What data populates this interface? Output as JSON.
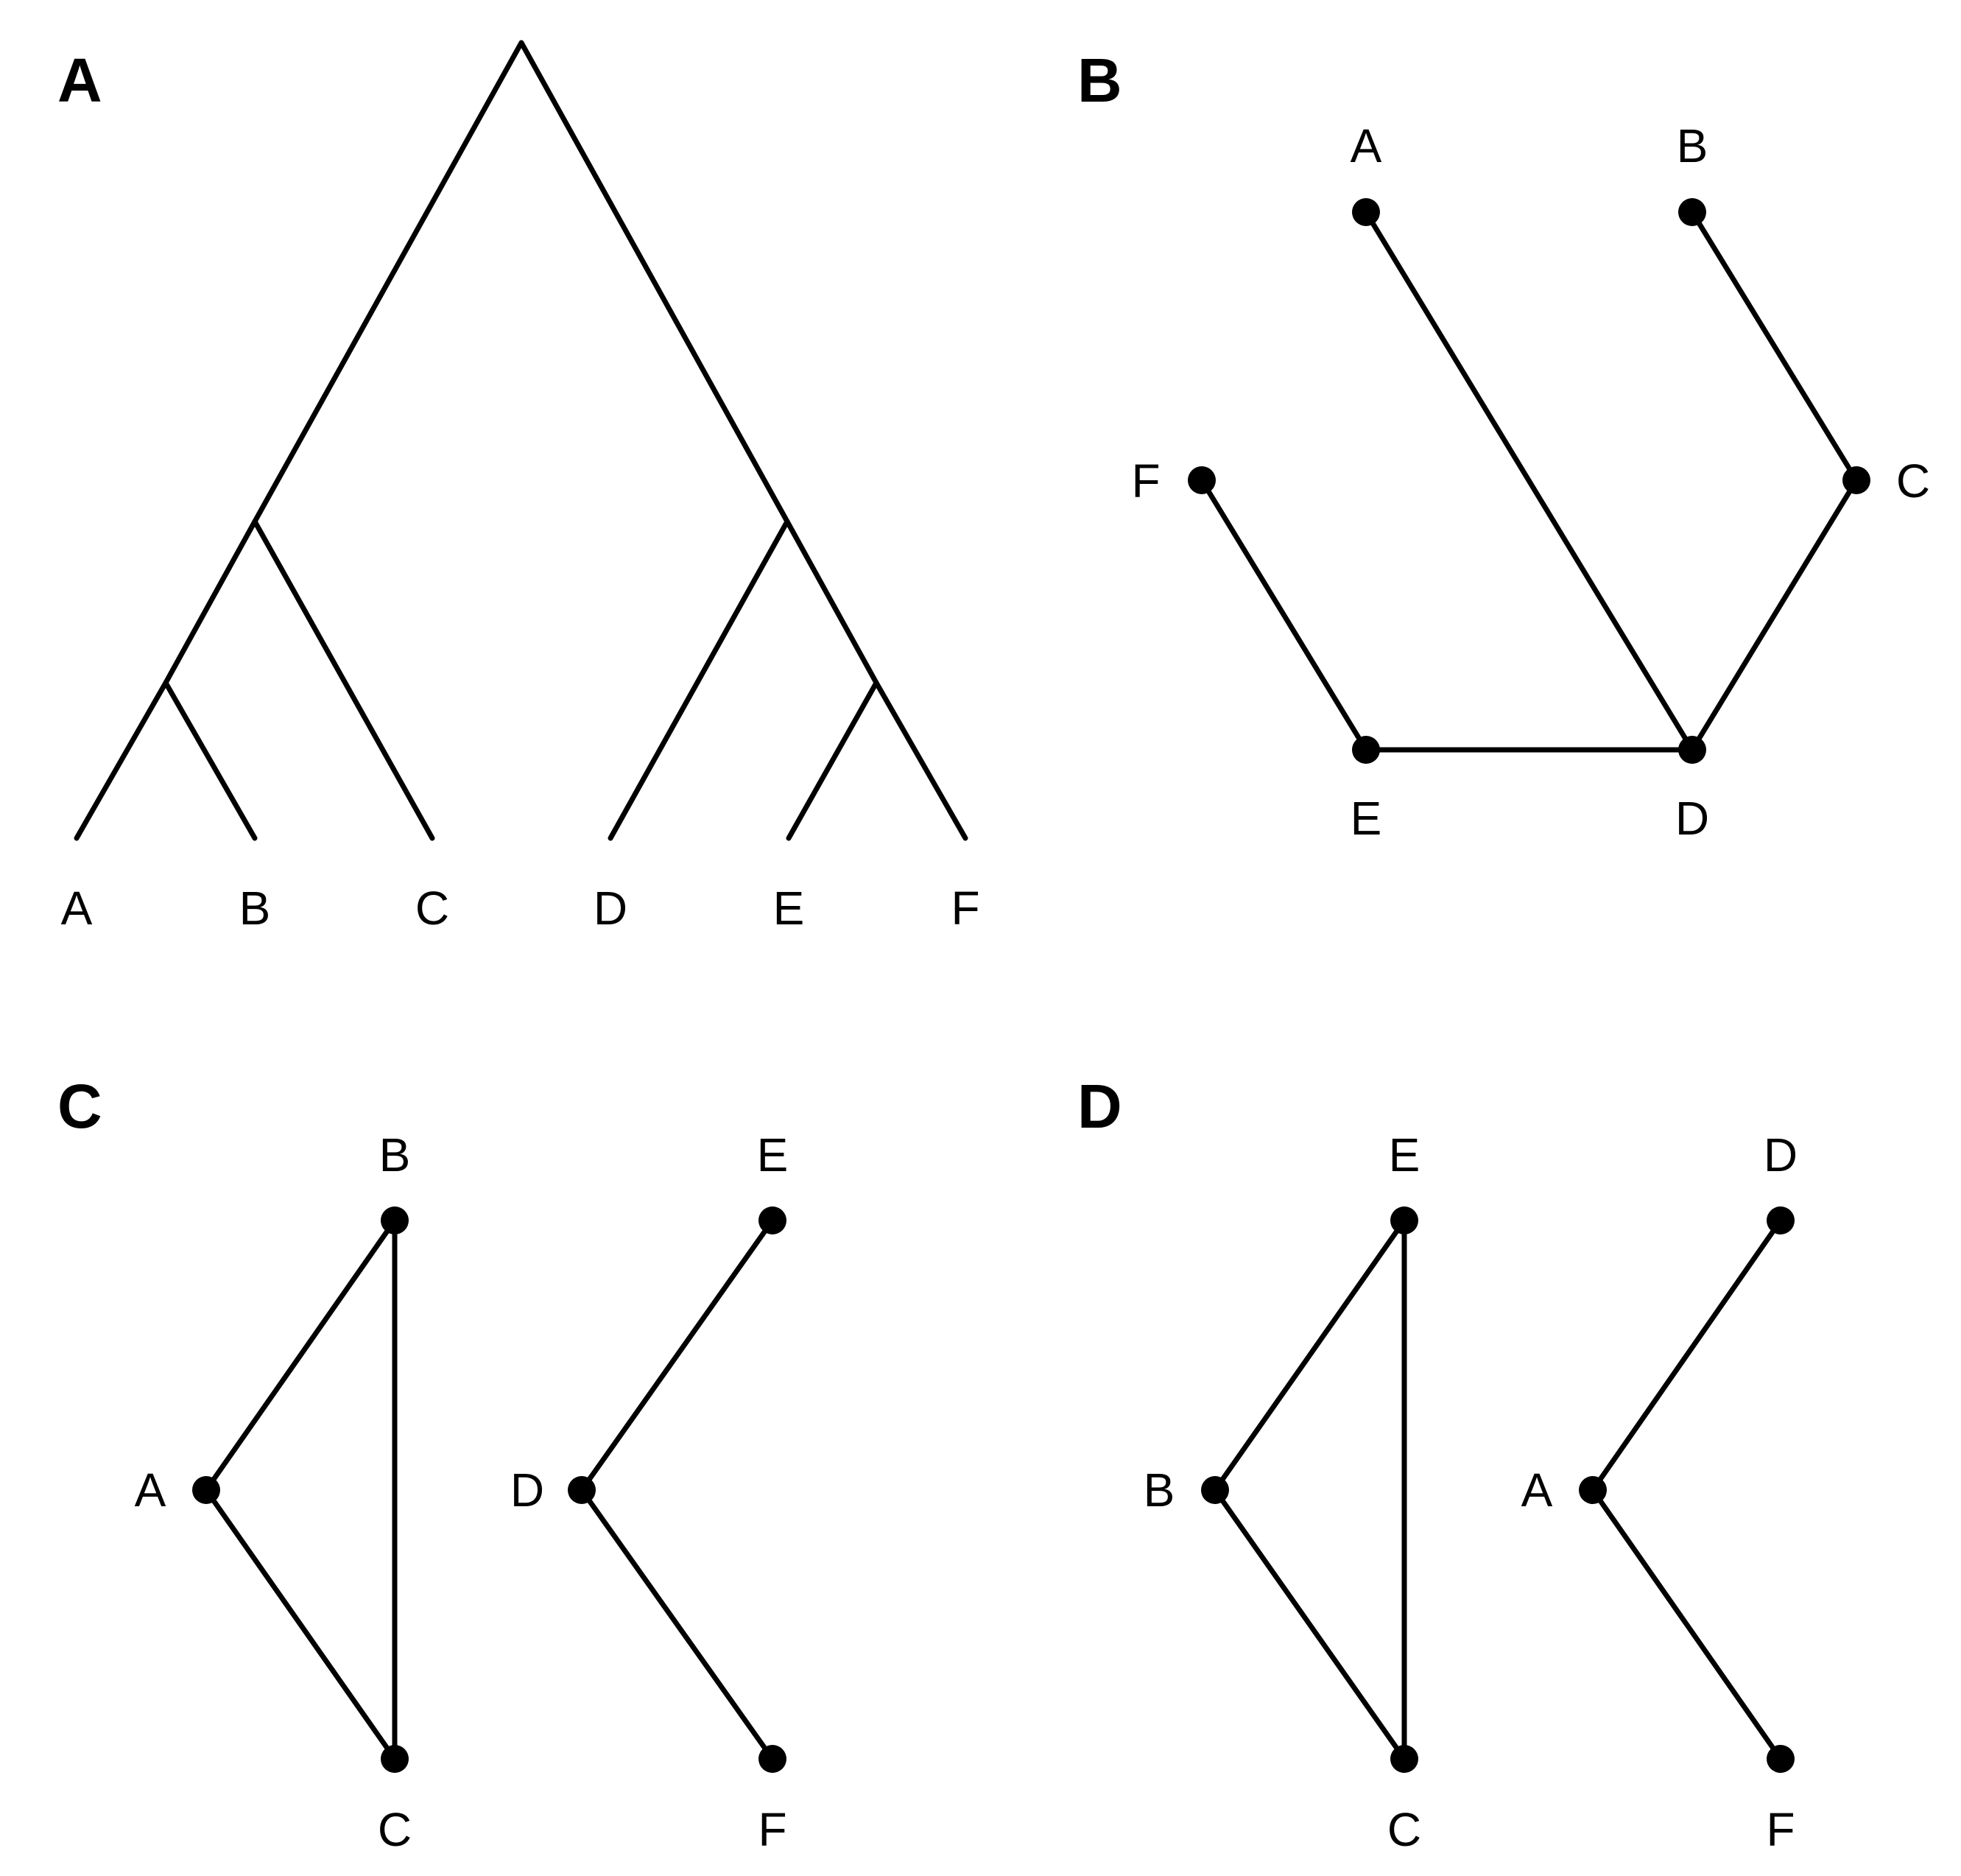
{
  "colors": {
    "ink": "#000000",
    "background": "#ffffff"
  },
  "panels": {
    "a": {
      "label": "A",
      "leaves": [
        "A",
        "B",
        "C",
        "D",
        "E",
        "F"
      ]
    },
    "b": {
      "label": "B",
      "nodes": [
        "A",
        "B",
        "C",
        "D",
        "E",
        "F"
      ],
      "edges": [
        [
          "A",
          "D"
        ],
        [
          "B",
          "C"
        ],
        [
          "C",
          "D"
        ],
        [
          "D",
          "E"
        ],
        [
          "E",
          "F"
        ]
      ]
    },
    "c": {
      "label": "C",
      "nodes": [
        "A",
        "B",
        "C",
        "D",
        "E",
        "F"
      ],
      "edges": [
        [
          "A",
          "B"
        ],
        [
          "A",
          "C"
        ],
        [
          "B",
          "C"
        ],
        [
          "D",
          "E"
        ],
        [
          "D",
          "F"
        ]
      ]
    },
    "d": {
      "label": "D",
      "nodes": [
        "B",
        "E",
        "C",
        "A",
        "D",
        "F"
      ],
      "edges": [
        [
          "B",
          "E"
        ],
        [
          "B",
          "C"
        ],
        [
          "E",
          "C"
        ],
        [
          "A",
          "D"
        ],
        [
          "A",
          "F"
        ]
      ]
    }
  }
}
